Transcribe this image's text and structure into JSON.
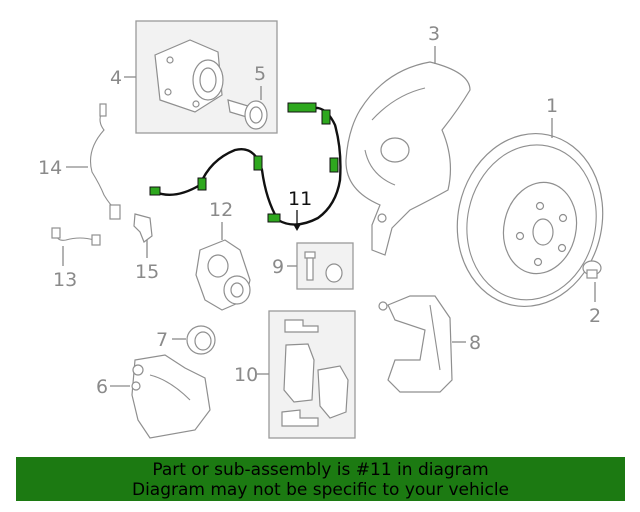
{
  "callouts": {
    "c1": "1",
    "c2": "2",
    "c3": "3",
    "c4": "4",
    "c5": "5",
    "c6": "6",
    "c7": "7",
    "c8": "8",
    "c9": "9",
    "c10": "10",
    "c11": "11",
    "c12": "12",
    "c13": "13",
    "c14": "14",
    "c15": "15"
  },
  "highlight_part": "11",
  "colors": {
    "banner_bg": "#1c7a12",
    "highlight_wire": "#111111",
    "highlight_connector": "#2ea81e",
    "part_outline": "#8f8f8f",
    "group_box_fill": "#f2f2f2"
  },
  "banner": {
    "line1": "Part or sub-assembly is #11 in diagram",
    "line2": "Diagram may not be specific to your vehicle"
  }
}
